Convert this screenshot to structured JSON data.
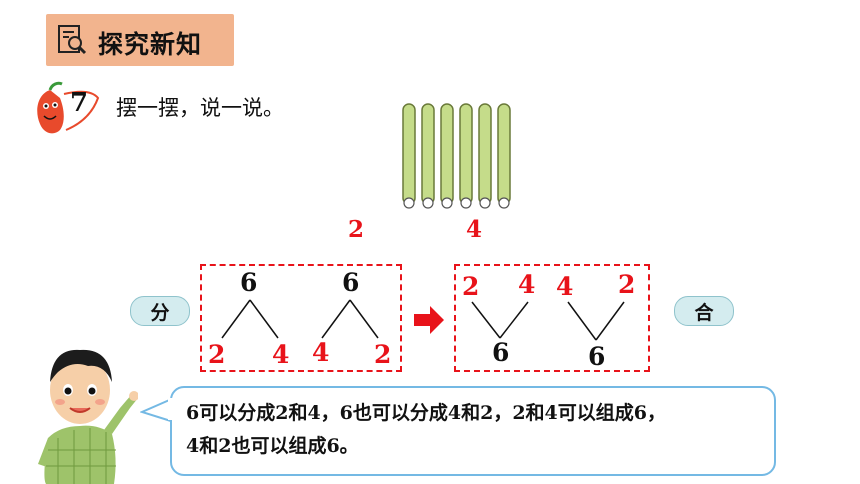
{
  "header": {
    "title": "探究新知",
    "icon": "search-document-icon"
  },
  "problem": {
    "number": "7",
    "instruction": "摆一摆，说一说。"
  },
  "sticks": {
    "count": 6,
    "color": "#c5dc8a"
  },
  "groups": {
    "left_count": "2",
    "right_count": "4"
  },
  "split_label": "分",
  "combine_label": "合",
  "split_trees": [
    {
      "top": "6",
      "left": "2",
      "right": "4"
    },
    {
      "top": "6",
      "left": "4",
      "right": "2"
    }
  ],
  "combine_trees": [
    {
      "left": "2",
      "right": "4",
      "bottom": "6"
    },
    {
      "left": "4",
      "right": "2",
      "bottom": "6"
    }
  ],
  "speech": {
    "line1": "6可以分成2和4，6也可以分成4和2，2和4可以组成6，",
    "line2": "4和2也可以组成6。"
  },
  "colors": {
    "accent_red": "#e8131a",
    "badge": "#f2b48e",
    "pill": "#d4ecef",
    "bubble_border": "#74b9e4"
  }
}
